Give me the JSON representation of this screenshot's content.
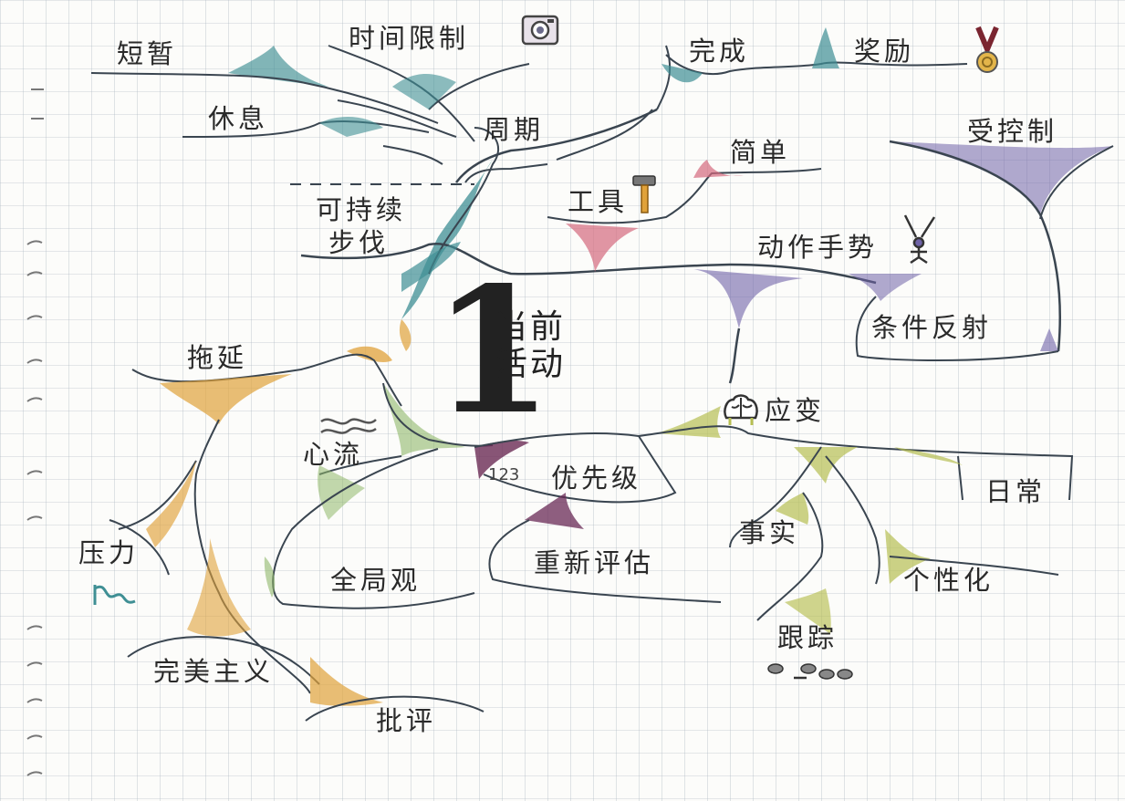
{
  "center": {
    "number": "1",
    "line1": "当前",
    "line2": "活动"
  },
  "branches": {
    "cycle": "周期",
    "short": "短暂",
    "time_limit": "时间限制",
    "rest": "休息",
    "sustainable_1": "可持续",
    "sustainable_2": "步伐",
    "complete": "完成",
    "reward": "奖励",
    "controlled": "受控制",
    "simple": "简单",
    "tools": "工具",
    "gestures": "动作手势",
    "reflex": "条件反射",
    "procrastination": "拖延",
    "flow": "心流",
    "pressure": "压力",
    "perfectionism": "完美主义",
    "criticism": "批评",
    "big_picture": "全局观",
    "priority": "优先级",
    "reassess": "重新评估",
    "adapt": "应变",
    "daily": "日常",
    "facts": "事实",
    "personalize": "个性化",
    "tracking": "跟踪"
  },
  "icons": [
    "camera-icon",
    "medal-icon",
    "hammer-icon",
    "stick-figure-icon",
    "brain-icon",
    "wave-icon",
    "spring-icon",
    "footprints-icon",
    "ordered-list-icon"
  ],
  "colors": {
    "teal": "#3f8f94",
    "purple": "#6f63a8",
    "pink": "#d46a7e",
    "orange": "#e0a23a",
    "green": "#8fb86a",
    "olive": "#b7bf52",
    "plum": "#6a2a55",
    "ink": "#3a4550"
  }
}
